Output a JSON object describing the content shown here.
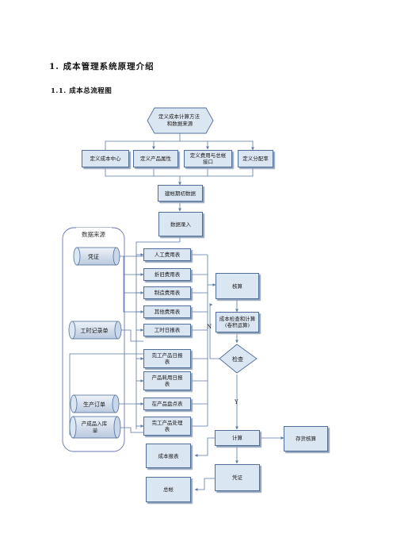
{
  "heading1": "1.  成本管理系统原理介绍",
  "heading2": "1.1.  成本总流程图",
  "diagram": {
    "top_node": "定义成本计算方法\n和数据来源",
    "definitions": [
      "定义成本中心",
      "定义产品属性",
      "定义费用与总帐\n接口",
      "定义分配率"
    ],
    "build_data": "建帐期初数据",
    "data_entry": "数据录入",
    "source_group_title": "数据来源",
    "sources": {
      "voucher": "凭证",
      "timesheet": "工时记录单",
      "production_order": "生产订单",
      "finished_goods_receipt": "产成品入库\n单"
    },
    "entry_tables": [
      "人工费用表",
      "折旧费用表",
      "制造费用表",
      "其他费用表",
      "工时日报表",
      "完工产品日报\n表",
      "产品耗用日报\n表",
      "在产品盘点表",
      "完工产品处理\n表"
    ],
    "accounting": "核算",
    "cost_check": "成本检查和计算\n(卷积运算)",
    "check": "检查",
    "no_label": "N",
    "yes_label": "Y",
    "calculate": "计算",
    "inventory_accounting": "存货核算",
    "cost_report": "成本报表",
    "voucher_out": "凭证",
    "general_ledger": "总帐"
  }
}
